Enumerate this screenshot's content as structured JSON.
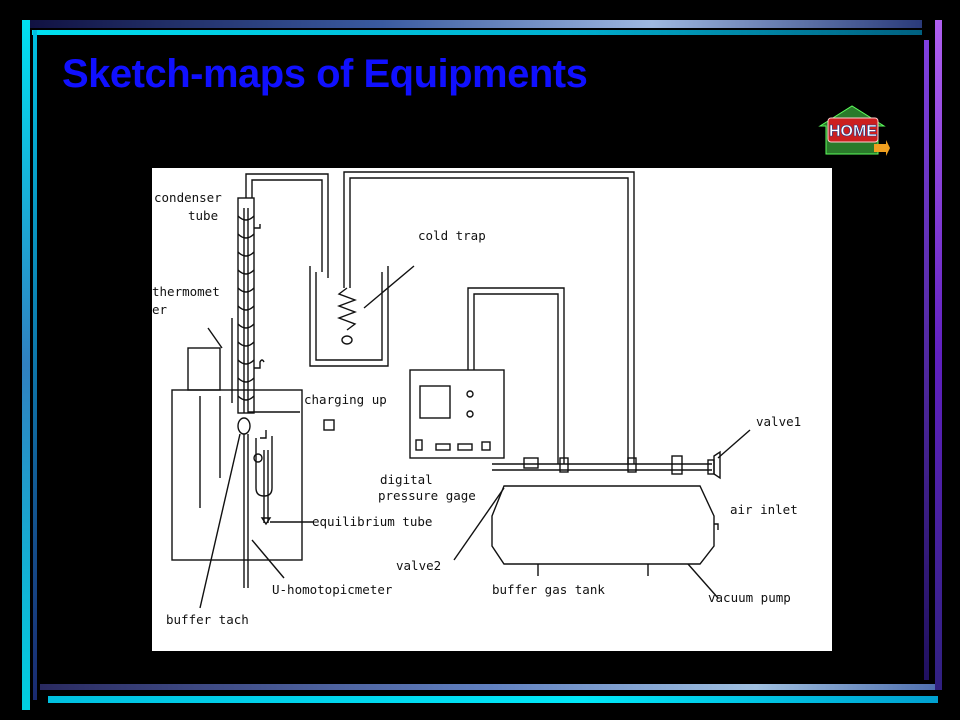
{
  "slide": {
    "title": "Sketch-maps of Equipments",
    "home_label": "HOME"
  },
  "diagram": {
    "labels": {
      "condenser_1": "condenser",
      "condenser_2": "tube",
      "cold_trap": "cold trap",
      "thermometer_1": "thermomet",
      "thermometer_2": "er",
      "charging_up": "charging up",
      "valve1": "valve1",
      "air_inlet": "air inlet",
      "digital_1": "digital",
      "digital_2": "pressure gage",
      "equilibrium_tube": "equilibrium tube",
      "valve2": "valve2",
      "u_homotopicmeter": "U-homotopicmeter",
      "buffer_gas_tank": "buffer gas tank",
      "vacuum_pump": "vacuum pump",
      "buffer_tach": "buffer tach"
    }
  },
  "colors": {
    "title": "#1010ff",
    "background": "#000000",
    "frame_cyan": "#00d8e8",
    "frame_purple": "#8a2be2"
  }
}
